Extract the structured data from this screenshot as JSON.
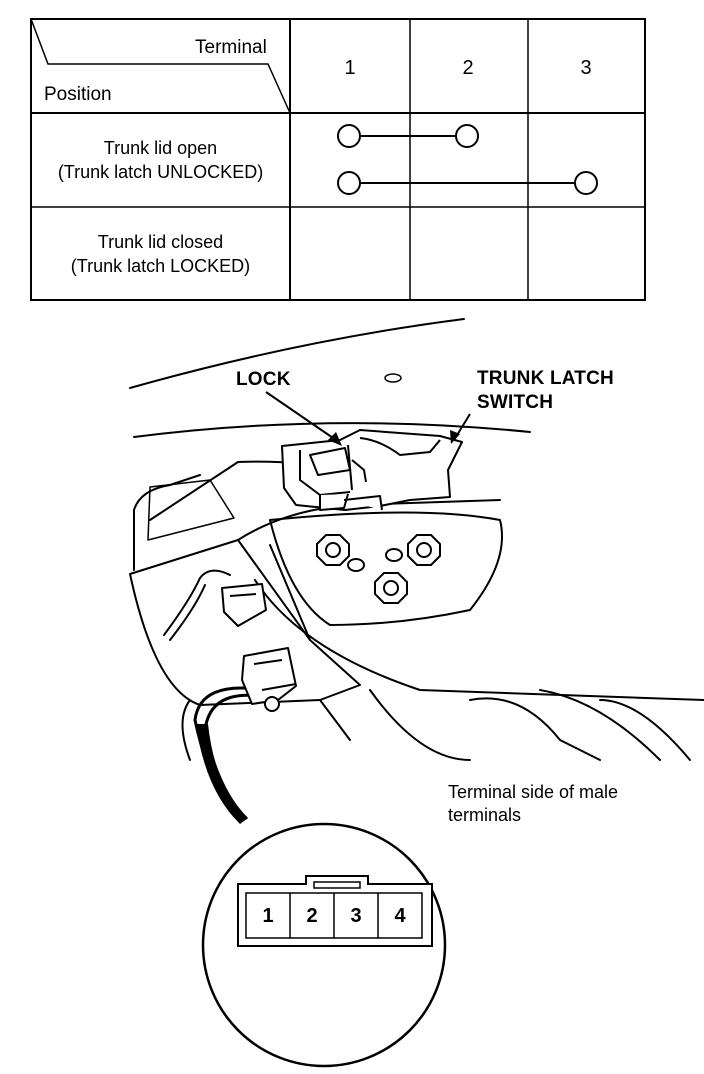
{
  "table": {
    "header_terminal": "Terminal",
    "header_position": "Position",
    "terminals": [
      "1",
      "2",
      "3"
    ],
    "rows": [
      {
        "position_line1": "Trunk lid open",
        "position_line2": "(Trunk latch UNLOCKED)",
        "continuity": [
          [
            "1",
            "2"
          ],
          [
            "1",
            "3"
          ]
        ]
      },
      {
        "position_line1": "Trunk lid closed",
        "position_line2": "(Trunk latch LOCKED)",
        "continuity": []
      }
    ]
  },
  "illustration": {
    "lock_label": "LOCK",
    "switch_label_line1": "TRUNK LATCH",
    "switch_label_line2": "SWITCH",
    "connector_note_line1": "Terminal side of male",
    "connector_note_line2": "terminals",
    "connector_pins": [
      "1",
      "2",
      "3",
      "4"
    ]
  }
}
